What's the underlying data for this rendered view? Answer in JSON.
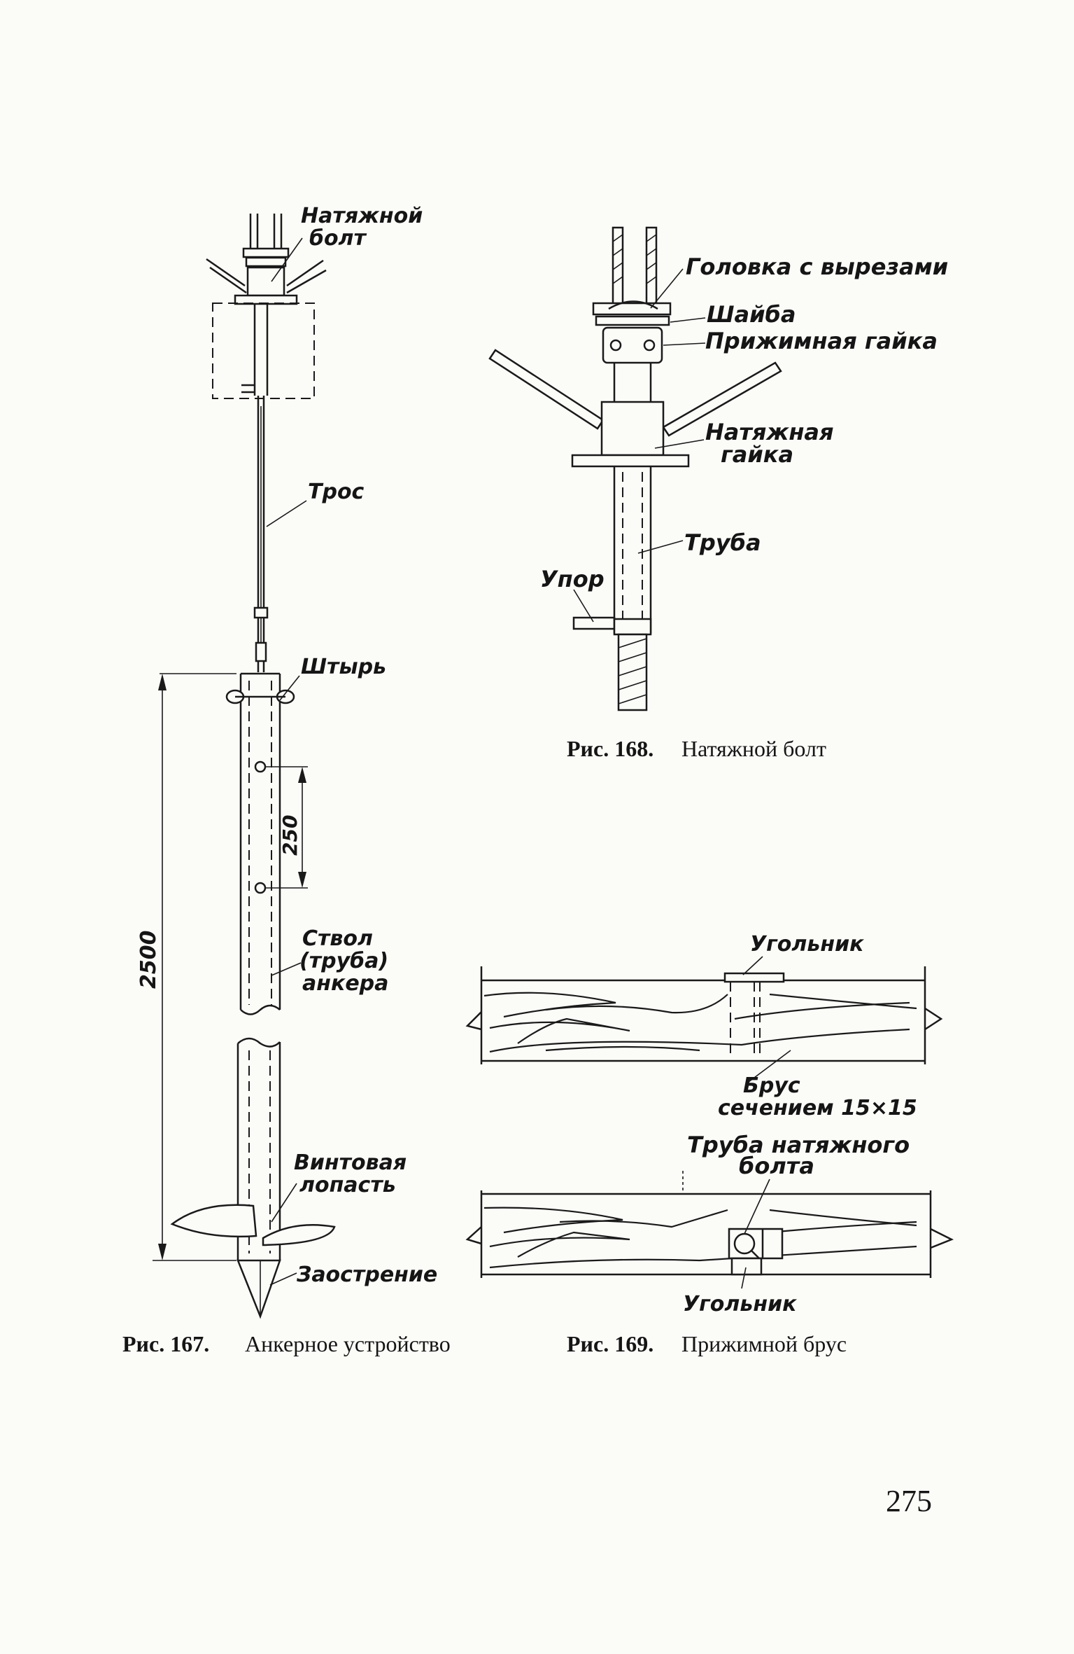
{
  "page_number": "275",
  "fig167": {
    "caption_num": "Рис. 167.",
    "caption_text": "Анкерное устройство",
    "labels": {
      "bolt_line1": "Натяжной",
      "bolt_line2": "болт",
      "cable": "Трос",
      "pin": "Штырь",
      "barrel_line1": "Ствол",
      "barrel_line2": "(труба)",
      "barrel_line3": "анкера",
      "blade_line1": "Винтовая",
      "blade_line2": "лопасть",
      "tip": "Заострение"
    },
    "dimensions": {
      "total": "2500",
      "spacing": "250"
    }
  },
  "fig168": {
    "caption_num": "Рис. 168.",
    "caption_text": "Натяжной болт",
    "labels": {
      "head": "Головка с вырезами",
      "washer": "Шайба",
      "clamp_nut": "Прижимная гайка",
      "tension_nut_line1": "Натяжная",
      "tension_nut_line2": "гайка",
      "pipe": "Труба",
      "stop": "Упор"
    }
  },
  "fig169": {
    "caption_num": "Рис. 169.",
    "caption_text": "Прижимной брус",
    "labels": {
      "angle_top": "Угольник",
      "beam_line1": "Брус",
      "beam_line2": "сечением 15×15",
      "pipe_line1": "Труба натяжного",
      "pipe_line2": "болта",
      "angle_bottom": "Угольник"
    }
  }
}
